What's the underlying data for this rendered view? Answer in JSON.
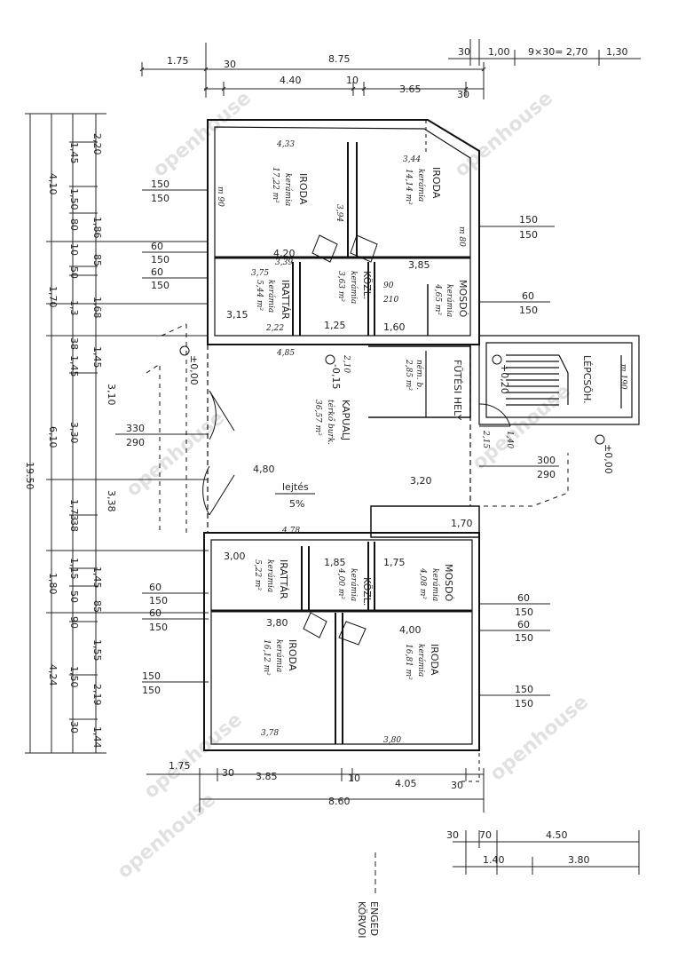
{
  "top_dims": {
    "total": "8.75",
    "left_offset": "1.75",
    "seg_30a": "30",
    "seg_440": "4.40",
    "seg_10": "10",
    "seg_365": "3.65",
    "seg_30b": "30"
  },
  "stair_dims": {
    "a": "30",
    "b": "1,00",
    "c": "9×30= 2,70",
    "d": "1,30"
  },
  "bottom_dims": {
    "left_offset": "1.75",
    "seg_30a": "30",
    "seg_385": "3.85",
    "seg_10": "10",
    "seg_405": "4.05",
    "seg_30b": "30",
    "total": "8.60",
    "r1": "30",
    "r2": "70",
    "r3": "4.50",
    "r4": "1.40",
    "r5": "3.80"
  },
  "left_dims": {
    "total": "19.50",
    "outer": [
      "4,10",
      "1,70",
      "3,10",
      "6,10",
      "3,38",
      "1,80",
      "4,24"
    ],
    "inner": [
      "1,45",
      "1,50",
      "80",
      "10",
      "50",
      "1,3",
      "38",
      "1,45",
      "3,30",
      "38",
      "1,73",
      "1,15",
      "50",
      "90",
      "1,50",
      "30"
    ],
    "col3": [
      "2,20",
      "1,86",
      "85",
      "1,68",
      "1,45",
      "1,45",
      "85",
      "1,55",
      "2,19",
      "1,44"
    ]
  },
  "windows_left": [
    {
      "w": "150",
      "h": "150"
    },
    {
      "w": "60",
      "h": "150"
    },
    {
      "w": "60",
      "h": "150"
    },
    {
      "w": "330",
      "h": "290"
    },
    {
      "w": "60",
      "h": "150"
    },
    {
      "w": "60",
      "h": "150"
    },
    {
      "w": "150",
      "h": "150"
    }
  ],
  "windows_right": [
    {
      "w": "150",
      "h": "150"
    },
    {
      "w": "60",
      "h": "150"
    },
    {
      "w": "300",
      "h": "290"
    },
    {
      "w": "60",
      "h": "150"
    },
    {
      "w": "60",
      "h": "150"
    },
    {
      "w": "150",
      "h": "150"
    }
  ],
  "rooms": [
    {
      "name": "IRODA",
      "floor": "kerámia",
      "area": "17,22 m²"
    },
    {
      "name": "IRODA",
      "floor": "kerámia",
      "area": "14,14 m²"
    },
    {
      "name": "IRATTÁR",
      "floor": "kerámia",
      "area": "5,44 m²"
    },
    {
      "name": "KÖZL.",
      "floor": "kerámia",
      "area": "3,63 m²"
    },
    {
      "name": "MOSDÓ",
      "floor": "kerámia",
      "area": "4,65 m²"
    },
    {
      "name": "FŰTÉSI HELY",
      "floor": "ném. b.",
      "area": "2,85 m²"
    },
    {
      "name": "KAPUALJ",
      "floor": "térkő burk.",
      "area": "36,57 m²"
    },
    {
      "name": "IRATTÁR",
      "floor": "kerámia",
      "area": "5,22 m²"
    },
    {
      "name": "KÖZL.",
      "floor": "kerámia",
      "area": "4,00 m²"
    },
    {
      "name": "MOSDÓ",
      "floor": "kerámia",
      "area": "4,08 m²"
    },
    {
      "name": "IRODA",
      "floor": "kerámia",
      "area": "16,12 m²"
    },
    {
      "name": "IRODA",
      "floor": "kerámia",
      "area": "16,81 m²"
    }
  ],
  "stair_label": "LÉPCSŐH.",
  "inner_dims": {
    "d420": "4,20",
    "d385": "3,85",
    "d315": "3,15",
    "d125": "1,25",
    "d160": "1,60",
    "d480": "4,80",
    "d320": "3,20",
    "d300": "3,00",
    "d185": "1,85",
    "d175": "1,75",
    "d380": "3,80",
    "d400": "4,00",
    "d170": "1,70"
  },
  "small_dims": [
    "4,33",
    "3,39",
    "3,94",
    "3,44",
    "3,75",
    "2,22",
    "4,85",
    "4,78",
    "3,78",
    "3,80",
    "2,15",
    "1,40",
    "90",
    "210",
    "2,10",
    "m 90",
    "m 80",
    "m 190"
  ],
  "levels": {
    "l1": "±0,00",
    "l2": "-0,15",
    "l3": "±0,00",
    "l4": "+0,20"
  },
  "slope": {
    "label": "lejtés",
    "value": "5%"
  },
  "bottom_text": {
    "line1": "ENGED",
    "line2": "KÖRVOI"
  },
  "watermark": "openhouse"
}
